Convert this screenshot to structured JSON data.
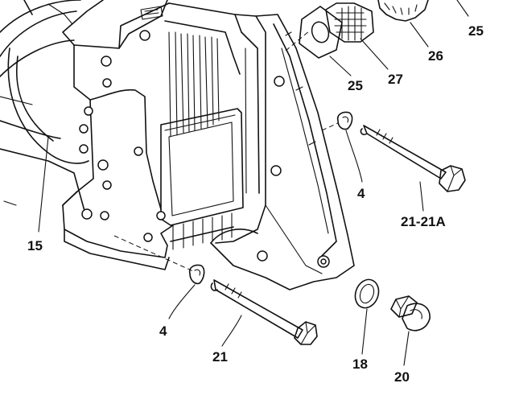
{
  "callouts": {
    "c25_top": "25",
    "c26": "26",
    "c27": "27",
    "c25_mid": "25",
    "c4_right": "4",
    "c21_21a": "21-21A",
    "c15": "15",
    "c4_left": "4",
    "c21": "21",
    "c18": "18",
    "c20": "20"
  }
}
